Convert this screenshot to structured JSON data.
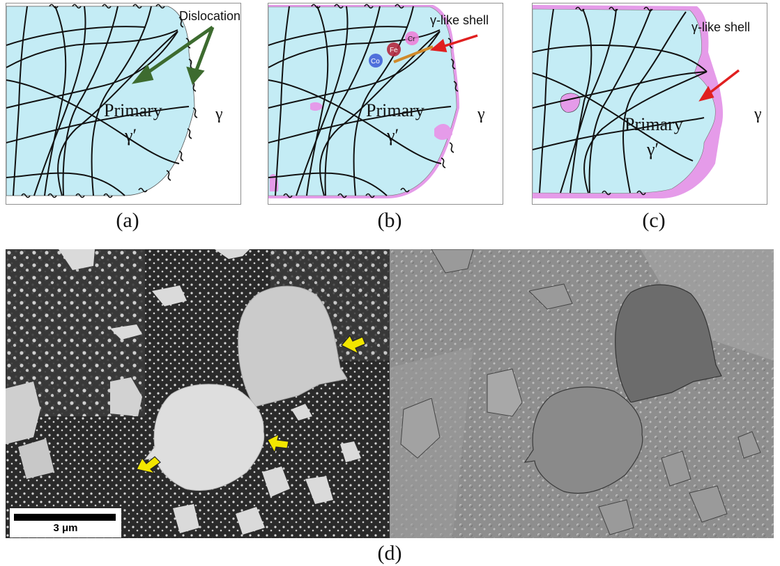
{
  "panels": {
    "a": {
      "caption": "(a)",
      "annotation": "Dislocations",
      "label_primary": "Primary",
      "label_gamma_prime": "γ′",
      "label_gamma": "γ"
    },
    "b": {
      "caption": "(b)",
      "annotation": "γ-like shell",
      "label_primary": "Primary",
      "label_gamma_prime": "γ′",
      "label_gamma": "γ",
      "atoms": [
        "Co",
        "Fe",
        "Cr"
      ]
    },
    "c": {
      "caption": "(c)",
      "annotation": "γ-like shell",
      "label_primary": "Primary",
      "label_gamma_prime": "γ′",
      "label_gamma": "γ"
    },
    "d": {
      "caption": "(d)",
      "scale_bar": "3 μm"
    }
  },
  "colors": {
    "primary_fill": "#c4ecf5",
    "shell_fill": "#e59be9",
    "dislocation_arrow": "#3d6b2f",
    "shell_arrow": "#e02020",
    "marker_arrow": "#f2e600",
    "atom_co": "#3b5bd6",
    "atom_fe": "#b5293e",
    "atom_cr": "#f07bd7"
  }
}
